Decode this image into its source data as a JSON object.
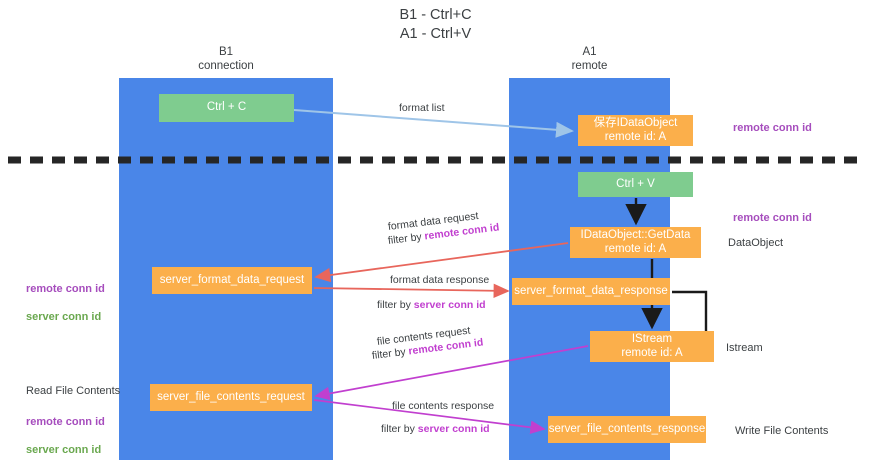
{
  "title": "B1 - Ctrl+C\nA1 - Ctrl+V",
  "lanes": [
    {
      "name": "b1",
      "header": "B1\nconnection",
      "color": "#4a86e8"
    },
    {
      "name": "a1",
      "header": "A1\nremote",
      "color": "#4a86e8"
    }
  ],
  "nodes": {
    "ctrl_c": "Ctrl + C",
    "save_idataobject": "保存IDataObject\nremote id: A",
    "ctrl_v": "Ctrl + V",
    "idataobject_getdata": "IDataObject::GetData\nremote id: A",
    "server_format_data_request": "server_format_data_request",
    "server_format_data_response": "server_format_data_response",
    "istream": "IStream\nremote id: A",
    "server_file_contents_request": "server_file_contents_request",
    "server_file_contents_response": "server_file_contents_response"
  },
  "edge_labels": {
    "format_list": "format list",
    "format_data_request": "format data request",
    "format_data_request_filter_prefix": "filter by ",
    "format_data_request_filter_key": "remote conn id",
    "format_data_response": "format data response",
    "format_data_response_filter_prefix": "filter by ",
    "format_data_response_filter_key": "server conn id",
    "file_contents_request": "file contents request",
    "file_contents_request_filter_prefix": "filter by ",
    "file_contents_request_filter_key": "remote conn id",
    "file_contents_response": "file contents response",
    "file_contents_response_filter_prefix": "filter by ",
    "file_contents_response_filter_key": "server conn id"
  },
  "annotations": {
    "remote_conn_id_top": "remote conn id",
    "remote_conn_id_mid": "remote conn id",
    "dataobject": "DataObject",
    "istream": "Istream",
    "write_file_contents": "Write File Contents",
    "read_file_contents": "Read File Contents",
    "left_keys_mid_remote": "remote conn id",
    "left_keys_mid_server": "server conn id",
    "left_keys_bottom_remote": "remote conn id",
    "left_keys_bottom_server": "server conn id"
  },
  "colors": {
    "lane": "#4a86e8",
    "node_orange": "#fbaf4b",
    "node_green": "#7bc98a",
    "key_purple": "#a64dbd",
    "key_green": "#6aa84f",
    "arrow_blue": "#9fc5e8",
    "arrow_red": "#e8665c",
    "arrow_magenta": "#c13fcf",
    "arrow_black": "#1a1a1a",
    "divider": "#262626"
  }
}
